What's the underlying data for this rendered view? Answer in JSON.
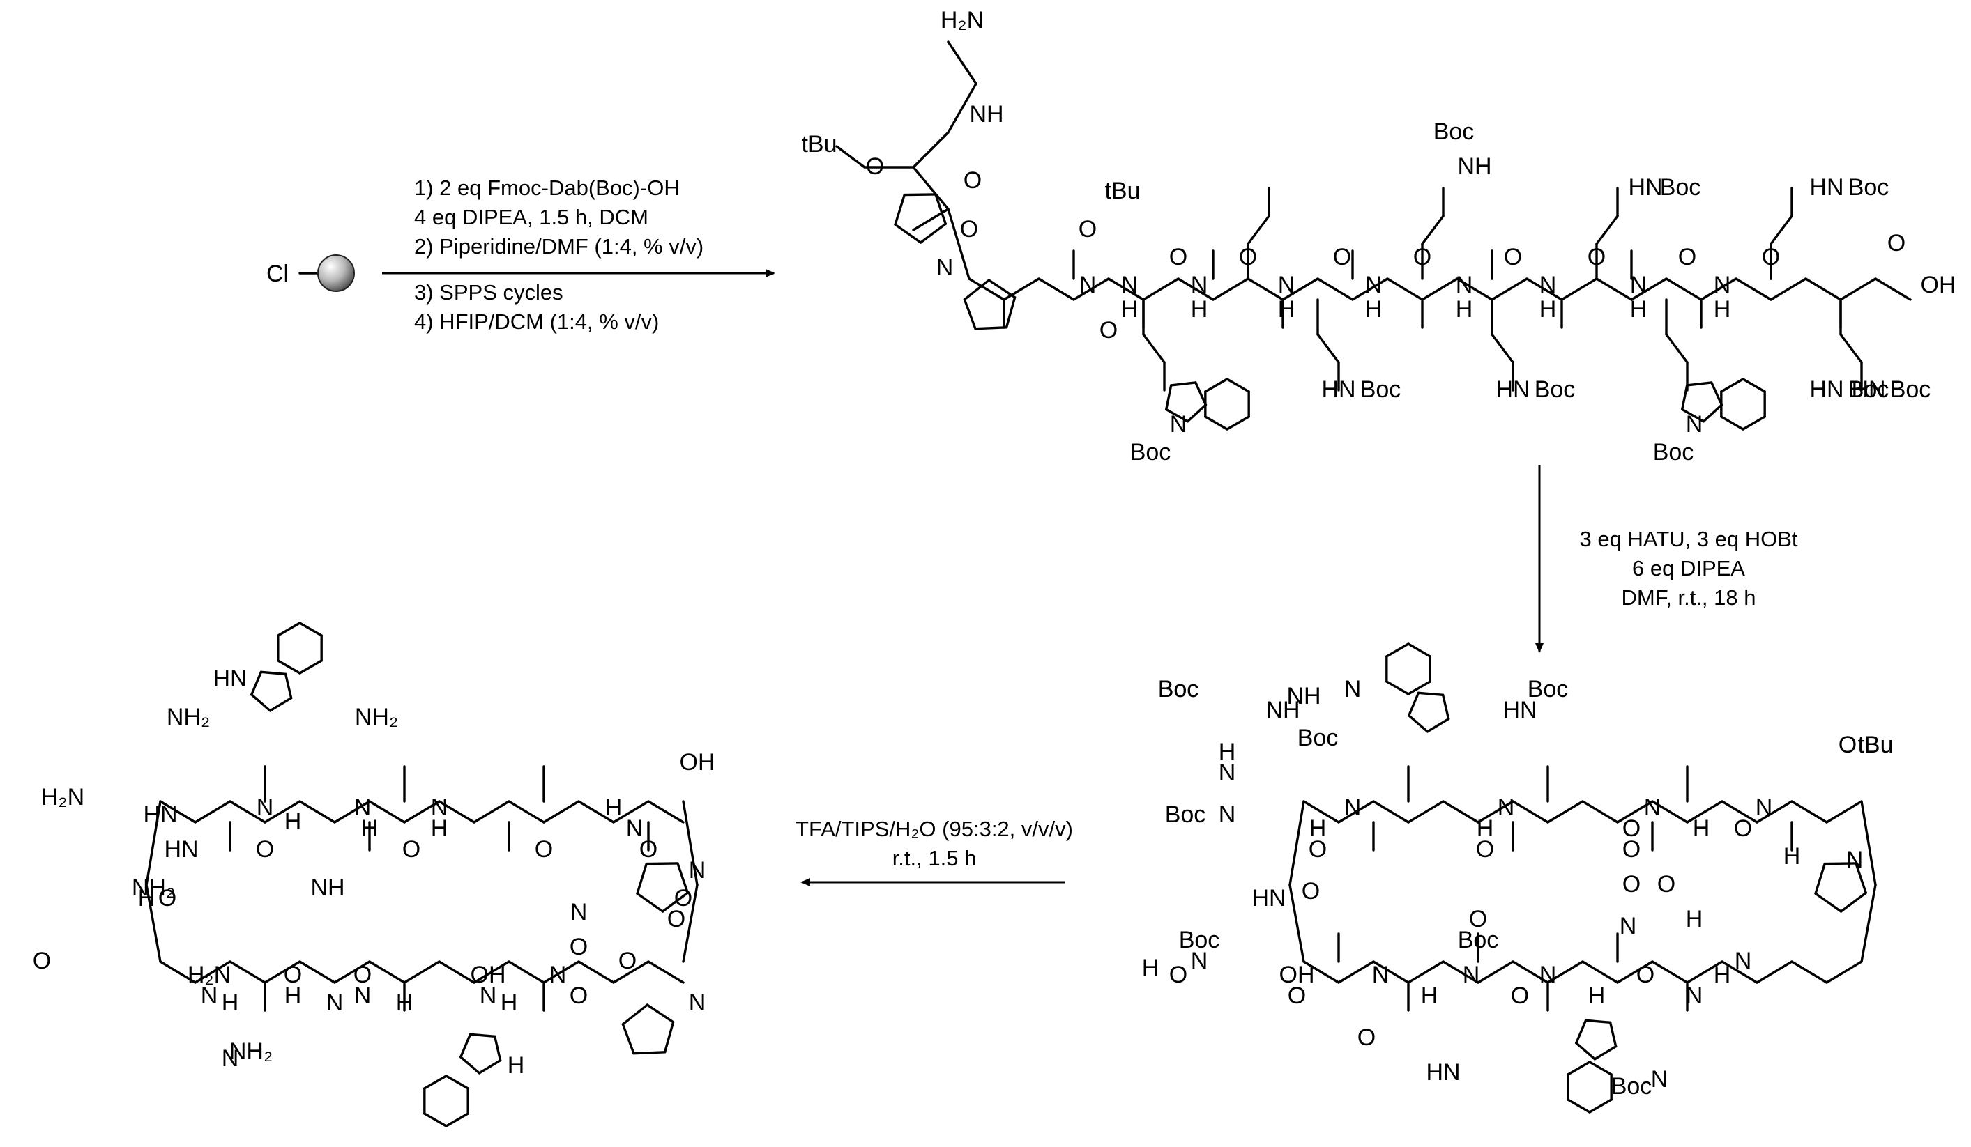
{
  "reaction_conditions": {
    "step1": [
      "1) 2 eq Fmoc-Dab(Boc)-OH",
      "4 eq DIPEA, 1.5 h, DCM",
      "2) Piperidine/DMF (1:4, % v/v)"
    ],
    "step1_below": [
      "3) SPPS cycles",
      "4) HFIP/DCM (1:4, % v/v)"
    ],
    "step2": [
      "3 eq HATU, 3 eq HOBt",
      "6 eq DIPEA",
      "DMF, r.t., 18 h"
    ],
    "step3": [
      "TFA/TIPS/H₂O (95:3:2, v/v/v)",
      "r.t., 1.5 h"
    ]
  },
  "resin": {
    "label": "Cl"
  },
  "linear_peptide": {
    "labels": [
      "H₂N",
      "NH",
      "tBu",
      "O",
      "O",
      "N",
      "O",
      "tBu",
      "O",
      "N",
      "O",
      "N",
      "H",
      "O",
      "N",
      "H",
      "O",
      "N",
      "H",
      "O",
      "N",
      "H",
      "O",
      "N",
      "H",
      "O",
      "N",
      "H",
      "O",
      "N",
      "H",
      "O",
      "N",
      "H",
      "O",
      "OH",
      "O",
      "N",
      "Boc",
      "N",
      "Boc",
      "HN",
      "Boc",
      "HN",
      "Boc",
      "HN",
      "Boc",
      "HN",
      "Boc",
      "Boc",
      "NH",
      "HN",
      "Boc",
      "HN",
      "Boc"
    ]
  },
  "protected_cyclic_peptide": {
    "labels": [
      "Boc",
      "N",
      "Boc",
      "NH",
      "HN",
      "Boc",
      "tBu",
      "O",
      "H",
      "N",
      "Boc",
      "N",
      "H",
      "O",
      "N",
      "H",
      "O",
      "N",
      "O",
      "O",
      "N",
      "H",
      "O",
      "N",
      "H",
      "N",
      "O",
      "O",
      "N",
      "O",
      "Boc",
      "N",
      "H",
      "Boc",
      "O",
      "H",
      "N",
      "OH",
      "O",
      "N",
      "H",
      "N",
      "O",
      "N",
      "H",
      "O",
      "N",
      "H",
      "O",
      "HN",
      "Boc",
      "N",
      "Boc",
      "NH",
      "HN",
      "O"
    ]
  },
  "deprotected_cyclic_peptide": {
    "labels": [
      "HN",
      "NH₂",
      "NH₂",
      "H₂N",
      "OH",
      "HN",
      "N",
      "H",
      "O",
      "N",
      "H",
      "O",
      "N",
      "H",
      "O",
      "H",
      "N",
      "O",
      "N",
      "H",
      "O",
      "HN",
      "O",
      "O",
      "N",
      "O",
      "H₂N",
      "N",
      "H",
      "O",
      "H",
      "N",
      "O",
      "N",
      "H",
      "O",
      "OH",
      "N",
      "H",
      "O",
      "N",
      "O",
      "N",
      "H",
      "N",
      "NH₂",
      "NH₂",
      "NH",
      "O"
    ]
  }
}
